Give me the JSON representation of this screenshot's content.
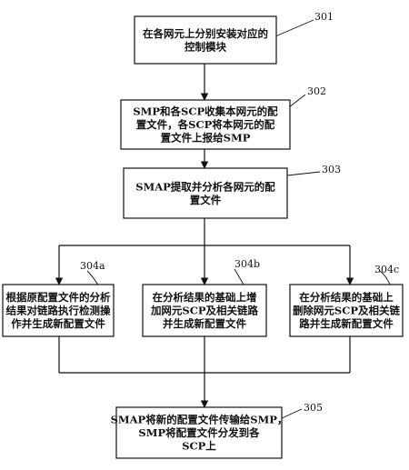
{
  "nodes": [
    {
      "id": "301",
      "label": "301",
      "lines": [
        "在各网元上分别安装对应的",
        "控制模块"
      ]
    },
    {
      "id": "302",
      "label": "302",
      "lines": [
        "SMP和各SCP收集本网元的配",
        "置文件，各SCP将本网元的配",
        "置文件上报给SMP"
      ]
    },
    {
      "id": "303",
      "label": "303",
      "lines": [
        "SMAP提取并分析各网元的配",
        "置文件"
      ]
    },
    {
      "id": "304a",
      "label": "304a",
      "lines": [
        "根据原配置文件的分析",
        "结果对链路执行检测操",
        "作并生成新配置文件"
      ]
    },
    {
      "id": "304b",
      "label": "304b",
      "lines": [
        "在分析结果的基础上增",
        "加网元SCP及相关链路",
        "并生成新配置文件"
      ]
    },
    {
      "id": "304c",
      "label": "304c",
      "lines": [
        "在分析结果的基础上",
        "删除网元SCP及相关链",
        "路并生成新配置文件"
      ]
    },
    {
      "id": "305",
      "label": "305",
      "lines": [
        "SMAP将新的配置文件传输给SMP，",
        "SMP将配置文件分发到各",
        "SCP上"
      ]
    }
  ]
}
